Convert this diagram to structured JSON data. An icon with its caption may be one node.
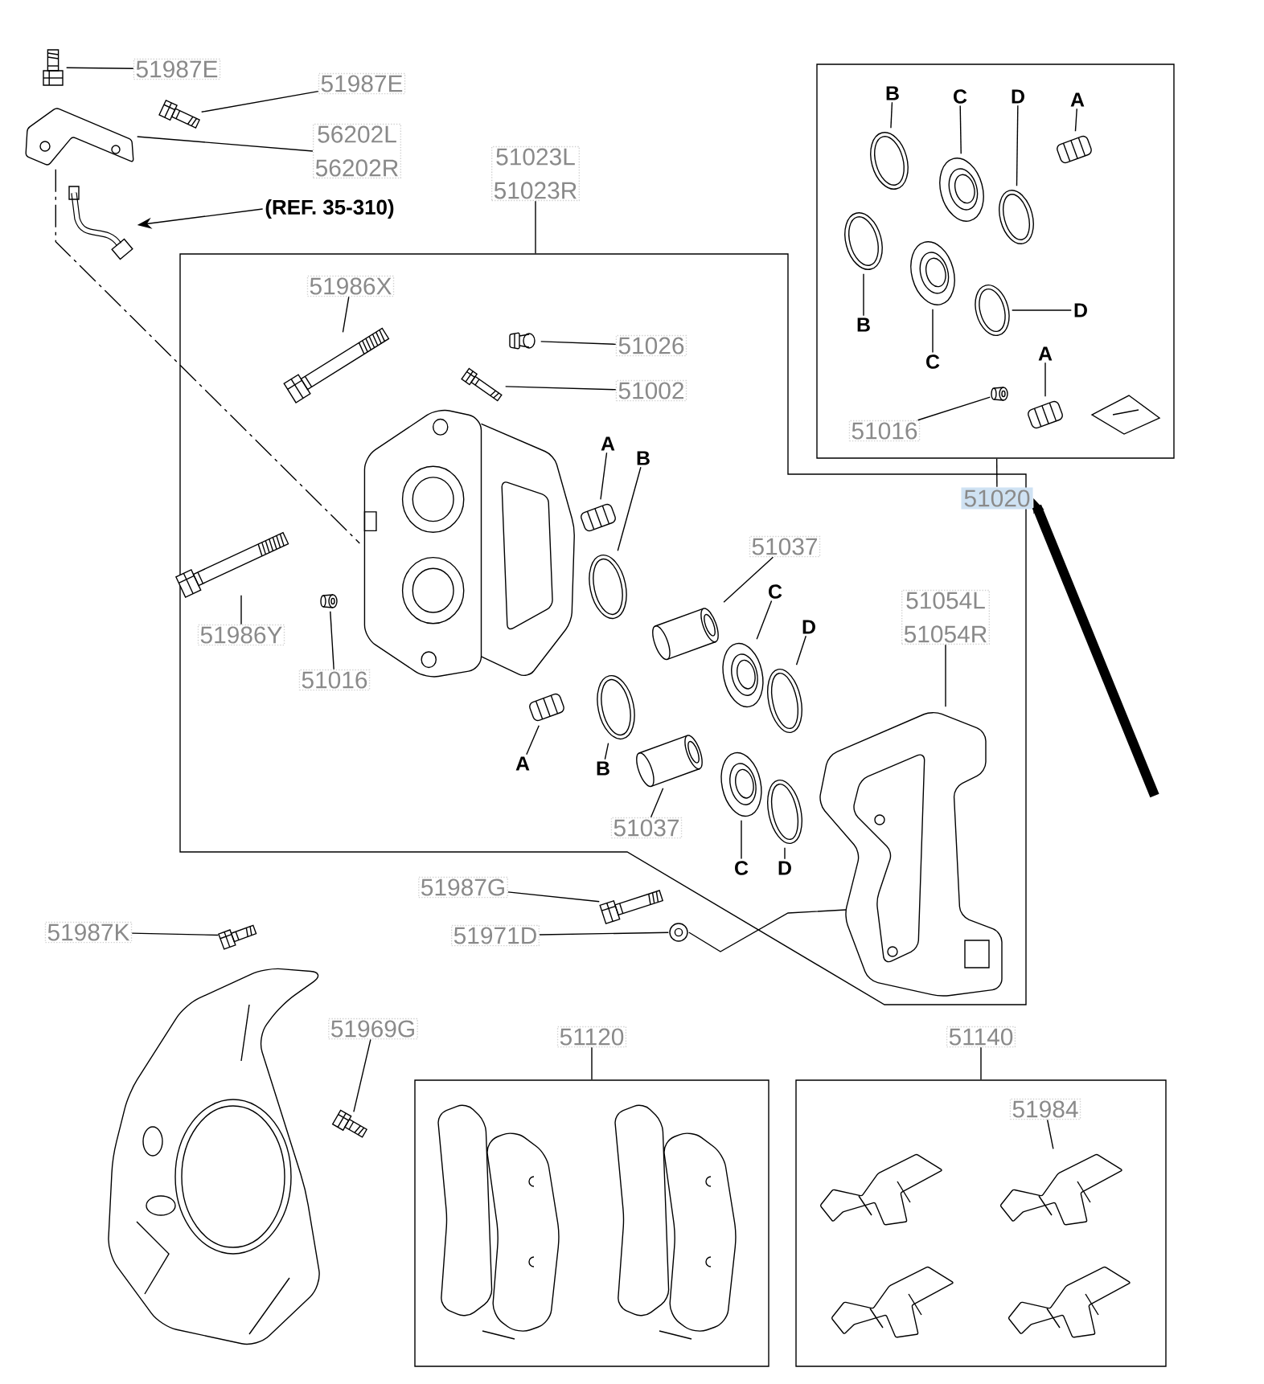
{
  "diagram": {
    "nodes": [
      {
        "text": [
          "51987E"
        ]
      },
      {
        "text": [],
        "shape": "picture"
      },
      {
        "text": [
          "51987E"
        ]
      },
      {
        "text": [],
        "shape": "picture"
      },
      {
        "text": [
          "56202L",
          "56202R"
        ]
      },
      {
        "text": [],
        "shape": "picture"
      },
      {
        "text": [
          "(REF. 35-310)"
        ]
      },
      {
        "text": [],
        "shape": "picture"
      },
      {
        "text": [
          "51023L",
          "51023R"
        ]
      },
      {
        "text": [],
        "shape": "box"
      },
      {
        "text": [
          "51986X"
        ],
        "in": 9
      },
      {
        "text": [],
        "shape": "picture",
        "in": 9
      },
      {
        "text": [
          "51026"
        ],
        "in": 9
      },
      {
        "text": [],
        "shape": "picture",
        "in": 9
      },
      {
        "text": [
          "51002"
        ],
        "in": 9
      },
      {
        "text": [],
        "shape": "picture",
        "in": 9
      },
      {
        "text": [],
        "shape": "picture",
        "in": 9
      },
      {
        "text": [
          "A"
        ],
        "in": 9
      },
      {
        "text": [],
        "shape": "picture",
        "in": 9
      },
      {
        "text": [
          "B"
        ],
        "in": 9
      },
      {
        "text": [],
        "shape": "picture",
        "in": 9
      },
      {
        "text": [
          "51037"
        ],
        "in": 9
      },
      {
        "text": [],
        "shape": "picture",
        "in": 9
      },
      {
        "text": [
          "C"
        ],
        "in": 9
      },
      {
        "text": [],
        "shape": "picture",
        "in": 9
      },
      {
        "text": [
          "D"
        ],
        "in": 9
      },
      {
        "text": [],
        "shape": "picture",
        "in": 9
      },
      {
        "text": [
          "51054L",
          "51054R"
        ],
        "in": 9
      },
      {
        "text": [],
        "shape": "picture",
        "in": 9
      },
      {
        "text": [],
        "shape": "picture",
        "in": 9
      },
      {
        "text": [
          "51986Y"
        ],
        "in": 9
      },
      {
        "text": [
          "51016"
        ],
        "in": 9
      },
      {
        "text": [],
        "shape": "picture",
        "in": 9
      },
      {
        "text": [],
        "shape": "picture",
        "in": 9
      },
      {
        "text": [
          "A"
        ],
        "in": 9
      },
      {
        "text": [],
        "shape": "picture",
        "in": 9
      },
      {
        "text": [
          "B"
        ],
        "in": 9
      },
      {
        "text": [],
        "shape": "picture",
        "in": 9
      },
      {
        "text": [
          "51037"
        ],
        "in": 9
      },
      {
        "text": [],
        "shape": "picture",
        "in": 9
      },
      {
        "text": [
          "C"
        ],
        "in": 9
      },
      {
        "text": [],
        "shape": "picture",
        "in": 9
      },
      {
        "text": [
          "D"
        ],
        "in": 9
      },
      {
        "text": [
          "51987G"
        ]
      },
      {
        "text": [],
        "shape": "picture"
      },
      {
        "text": [
          "51971D"
        ]
      },
      {
        "text": [],
        "shape": "picture"
      },
      {
        "text": [
          "51987K"
        ]
      },
      {
        "text": [],
        "shape": "picture"
      },
      {
        "text": [],
        "shape": "picture"
      },
      {
        "text": [
          "51969G"
        ]
      },
      {
        "text": [],
        "shape": "picture"
      },
      {
        "text": [
          "51120"
        ]
      },
      {
        "text": [],
        "shape": "box"
      },
      {
        "text": [],
        "shape": "picture",
        "in": 53
      },
      {
        "text": [],
        "shape": "picture",
        "in": 53
      },
      {
        "text": [
          "51140"
        ]
      },
      {
        "text": [],
        "shape": "box"
      },
      {
        "text": [
          "51984"
        ],
        "in": 57
      },
      {
        "text": [],
        "shape": "picture",
        "in": 57
      },
      {
        "text": [],
        "shape": "picture",
        "in": 57
      },
      {
        "text": [],
        "shape": "picture",
        "in": 57
      },
      {
        "text": [],
        "shape": "picture",
        "in": 57
      },
      {
        "text": [],
        "shape": "box"
      },
      {
        "text": [
          "51020"
        ]
      },
      {
        "text": [
          "B"
        ],
        "in": 63
      },
      {
        "text": [],
        "shape": "picture",
        "in": 63
      },
      {
        "text": [
          "C"
        ],
        "in": 63
      },
      {
        "text": [],
        "shape": "picture",
        "in": 63
      },
      {
        "text": [
          "D"
        ],
        "in": 63
      },
      {
        "text": [],
        "shape": "picture",
        "in": 63
      },
      {
        "text": [
          "A"
        ],
        "in": 63
      },
      {
        "text": [],
        "shape": "picture",
        "in": 63
      },
      {
        "text": [],
        "shape": "picture",
        "in": 63
      },
      {
        "text": [
          "B"
        ],
        "in": 63
      },
      {
        "text": [],
        "shape": "picture",
        "in": 63
      },
      {
        "text": [
          "C"
        ],
        "in": 63
      },
      {
        "text": [],
        "shape": "picture",
        "in": 63
      },
      {
        "text": [
          "D"
        ],
        "in": 63
      },
      {
        "text": [
          "51016"
        ],
        "in": 63
      },
      {
        "text": [],
        "shape": "picture",
        "in": 63
      },
      {
        "text": [
          "A"
        ],
        "in": 63
      },
      {
        "text": [],
        "shape": "picture",
        "in": 63
      },
      {
        "text": [],
        "shape": "picture",
        "in": 63
      }
    ],
    "edges": [
      {
        "from": 0,
        "to": 1,
        "arrow": "none"
      },
      {
        "from": 2,
        "to": 3,
        "arrow": "none"
      },
      {
        "from": 4,
        "to": 5,
        "arrow": "none"
      },
      {
        "from": 6,
        "to": 7,
        "arrow": "to"
      },
      {
        "from": 8,
        "to": 9,
        "arrow": "none"
      },
      {
        "from": 5,
        "to": 16,
        "arrow": "none",
        "style": "dashed"
      },
      {
        "from": 10,
        "to": 11,
        "arrow": "none"
      },
      {
        "from": 12,
        "to": 13,
        "arrow": "none"
      },
      {
        "from": 14,
        "to": 15,
        "arrow": "none"
      },
      {
        "from": 17,
        "to": 18,
        "arrow": "none"
      },
      {
        "from": 19,
        "to": 20,
        "arrow": "none"
      },
      {
        "from": 21,
        "to": 22,
        "arrow": "none"
      },
      {
        "from": 23,
        "to": 24,
        "arrow": "none"
      },
      {
        "from": 25,
        "to": 26,
        "arrow": "none"
      },
      {
        "from": 27,
        "to": 28,
        "arrow": "none"
      },
      {
        "from": 30,
        "to": 29,
        "arrow": "none"
      },
      {
        "from": 31,
        "to": 32,
        "arrow": "none"
      },
      {
        "from": 34,
        "to": 33,
        "arrow": "none"
      },
      {
        "from": 36,
        "to": 35,
        "arrow": "none"
      },
      {
        "from": 38,
        "to": 37,
        "arrow": "none"
      },
      {
        "from": 40,
        "to": 39,
        "arrow": "none"
      },
      {
        "from": 42,
        "to": 41,
        "arrow": "none"
      },
      {
        "from": 43,
        "to": 44,
        "arrow": "none"
      },
      {
        "from": 45,
        "to": 46,
        "arrow": "none"
      },
      {
        "from": 46,
        "to": 28,
        "arrow": "none"
      },
      {
        "from": 47,
        "to": 48,
        "arrow": "none"
      },
      {
        "from": 50,
        "to": 51,
        "arrow": "none"
      },
      {
        "from": 52,
        "to": 53,
        "arrow": "none"
      },
      {
        "from": 56,
        "to": 57,
        "arrow": "none"
      },
      {
        "from": 58,
        "to": 59,
        "arrow": "none"
      },
      {
        "from": 64,
        "to": 63,
        "arrow": "none"
      },
      {
        "from": 65,
        "to": 66,
        "arrow": "none"
      },
      {
        "from": 67,
        "to": 68,
        "arrow": "none"
      },
      {
        "from": 69,
        "to": 70,
        "arrow": "none"
      },
      {
        "from": 71,
        "to": 72,
        "arrow": "none"
      },
      {
        "from": 74,
        "to": 73,
        "arrow": "none"
      },
      {
        "from": 76,
        "to": 75,
        "arrow": "none"
      },
      {
        "from": 78,
        "to": 77,
        "arrow": "none"
      },
      {
        "from": 79,
        "to": 80,
        "arrow": "none"
      },
      {
        "from": 81,
        "to": 82,
        "arrow": "none"
      },
      {
        "from": null,
        "to": 64,
        "arrow": "to",
        "style": "thick"
      }
    ]
  }
}
